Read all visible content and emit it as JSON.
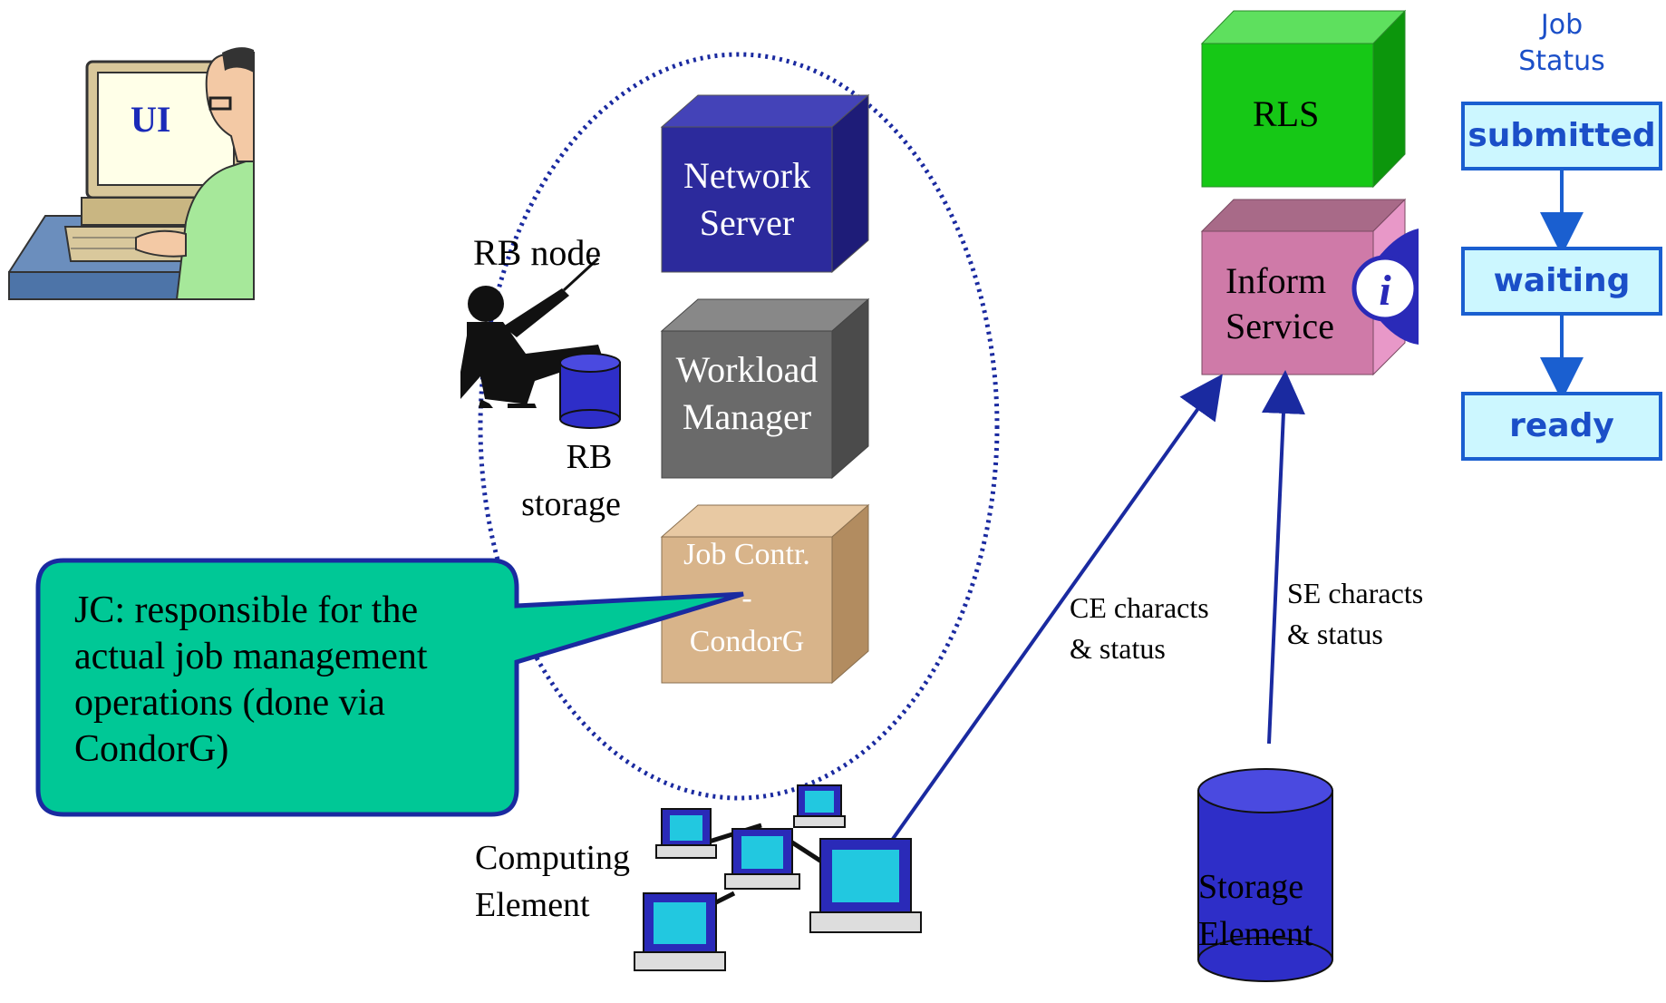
{
  "ui_label": "UI",
  "rb_node_label": "RB node",
  "rb_storage_label": [
    "RB",
    "storage"
  ],
  "cubes": {
    "network_server": [
      "Network",
      "Server"
    ],
    "workload_manager": [
      "Workload",
      "Manager"
    ],
    "job_controller": [
      "Job Contr.",
      "-",
      "CondorG"
    ],
    "rls": [
      "RLS"
    ],
    "information_service": [
      "Inform",
      "Service"
    ]
  },
  "callout": "JC: responsible for the actual job management operations (done via CondorG)",
  "computing_element_label": [
    "Computing",
    "Element"
  ],
  "storage_element_label": [
    "Storage",
    "Element"
  ],
  "ce_arrow_label": [
    "CE characts",
    "& status"
  ],
  "se_arrow_label": [
    "SE characts",
    "& status"
  ],
  "job_status": {
    "title": [
      "Job",
      "Status"
    ],
    "states": [
      "submitted",
      "waiting",
      "ready"
    ]
  },
  "colors": {
    "network_server": "#2c2a9c",
    "workload_manager": "#6a6a6a",
    "job_controller": "#d8b48a",
    "rls": "#16c816",
    "information_service": "#cf7aa8",
    "status_border": "#1a5fd0",
    "status_fill": "#ccf7ff",
    "callout_fill": "#00c896",
    "arrow": "#1a2aa0"
  }
}
